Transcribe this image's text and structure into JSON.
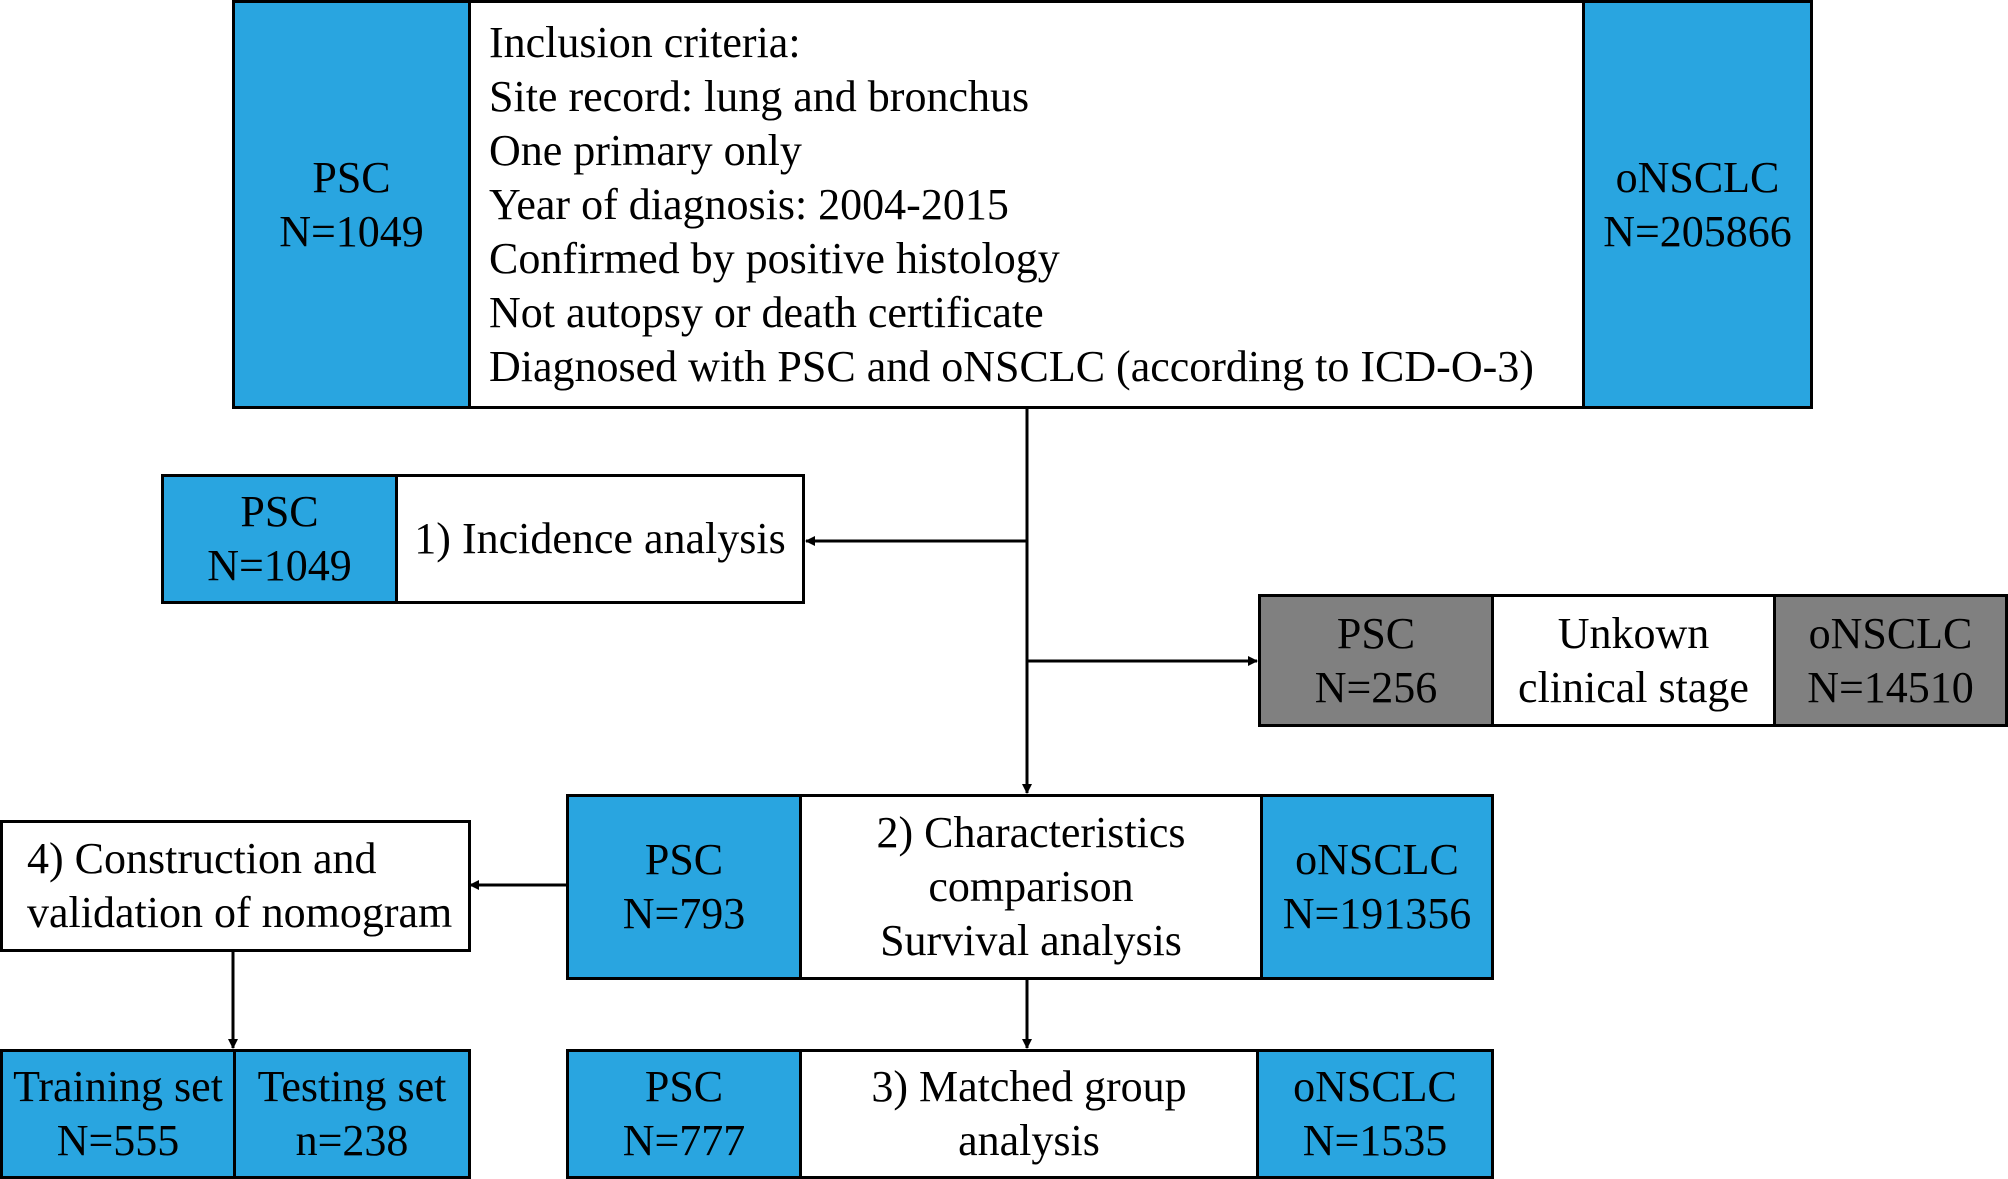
{
  "colors": {
    "psc_box": "#29a5e0",
    "excluded_box": "#808080",
    "text_box": "#ffffff",
    "stroke": "#000000"
  },
  "top": {
    "psc": [
      "PSC",
      "N=1049"
    ],
    "criteria": [
      "Inclusion criteria:",
      "Site record: lung and bronchus",
      "One primary only",
      "Year of diagnosis: 2004-2015",
      "Confirmed by positive histology",
      "Not autopsy or death certificate",
      "Diagnosed with PSC and oNSCLC (according to ICD-O-3)"
    ],
    "onsclc": [
      "oNSCLC",
      "N=205866"
    ]
  },
  "incidence": {
    "psc": [
      "PSC",
      "N=1049"
    ],
    "label": "1) Incidence analysis"
  },
  "excluded": {
    "psc": [
      "PSC",
      "N=256"
    ],
    "label": [
      "Unkown",
      "clinical stage"
    ],
    "onsclc": [
      "oNSCLC",
      "N=14510"
    ]
  },
  "characteristics": {
    "psc": [
      "PSC",
      "N=793"
    ],
    "label": [
      "2) Characteristics",
      "comparison",
      "Survival analysis"
    ],
    "onsclc": [
      "oNSCLC",
      "N=191356"
    ]
  },
  "nomogram": {
    "label": [
      "4) Construction and",
      "validation of nomogram"
    ]
  },
  "sets": {
    "training": [
      "Training set",
      "N=555"
    ],
    "testing": [
      "Testing set",
      "n=238"
    ]
  },
  "matched": {
    "psc": [
      "PSC",
      "N=777"
    ],
    "label": [
      "3) Matched group",
      "analysis"
    ],
    "onsclc": [
      "oNSCLC",
      "N=1535"
    ]
  }
}
